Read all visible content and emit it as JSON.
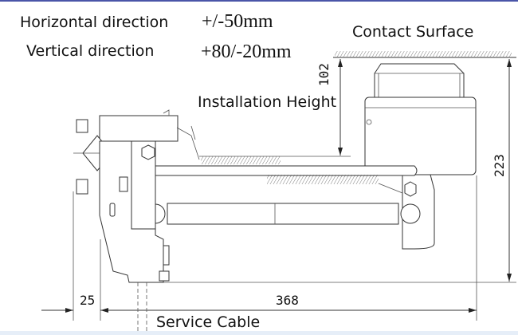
{
  "specs": [
    {
      "label": "Horizontal direction",
      "value": "+/-50mm"
    },
    {
      "label": "Vertical direction",
      "value": "+80/-20mm"
    }
  ],
  "labels": {
    "contact_surface": "Contact Surface",
    "installation_height": "Installation Height",
    "service_cable": "Service Cable"
  },
  "dimensions": {
    "top_height": "102",
    "total_height": "223",
    "left_offset": "25",
    "length": "368"
  }
}
